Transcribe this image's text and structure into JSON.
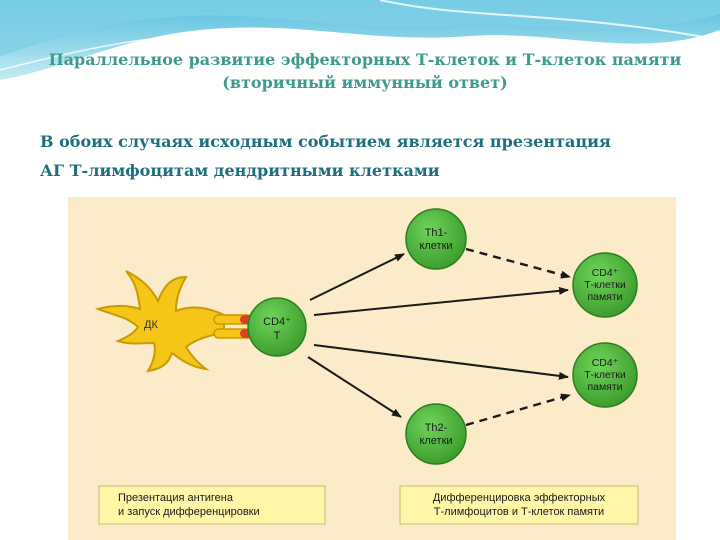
{
  "slide": {
    "title_line1": "Параллельное развитие эффекторных Т-клеток и Т-клеток памяти",
    "title_line2": "(вторичный иммунный ответ)",
    "subtitle_line1": "В обоих случаях исходным событием является презентация",
    "subtitle_line2": "АГ   Т-лимфоцитам дендритными клетками"
  },
  "diagram": {
    "dc_label": "ДК",
    "cd4_t_label_1": "CD4⁺",
    "cd4_t_label_2": "Т",
    "th1_label_1": "Th1-",
    "th1_label_2": "клетки",
    "th2_label_1": "Th2-",
    "th2_label_2": "клетки",
    "mem_top_1": "CD4⁺",
    "mem_top_2": "Т-клетки",
    "mem_top_3": "памяти",
    "mem_bottom_1": "CD4⁺",
    "mem_bottom_2": "Т-клетки",
    "mem_bottom_3": "памяти",
    "box_left_1": "Презентация антигена",
    "box_left_2": "и запуск дифференцировки",
    "box_right_1": "Дифференцировка эффекторных",
    "box_right_2": "Т-лимфоцитов и Т-клеток памяти"
  },
  "colors": {
    "title": "#3d9a8f",
    "subtitle": "#1e6f7e",
    "panel_bg": "#fbebc9",
    "cell_green": "#4fb83c",
    "dc_yellow": "#f5c518",
    "receptor_red": "#d9402b",
    "box_fill": "#fff6a8"
  }
}
